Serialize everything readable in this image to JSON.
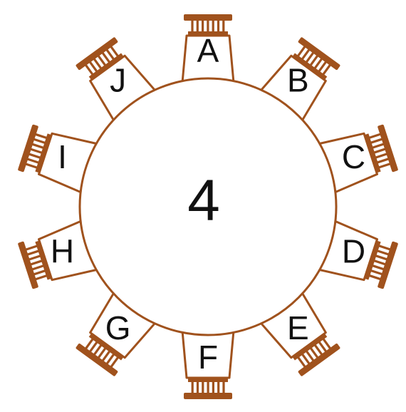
{
  "table": {
    "number": "4",
    "line_color": "#a0521d",
    "fill_color": "#ffffff"
  },
  "seats": [
    {
      "label": "A"
    },
    {
      "label": "B"
    },
    {
      "label": "C"
    },
    {
      "label": "D"
    },
    {
      "label": "E"
    },
    {
      "label": "F"
    },
    {
      "label": "G"
    },
    {
      "label": "H"
    },
    {
      "label": "I"
    },
    {
      "label": "J"
    }
  ]
}
